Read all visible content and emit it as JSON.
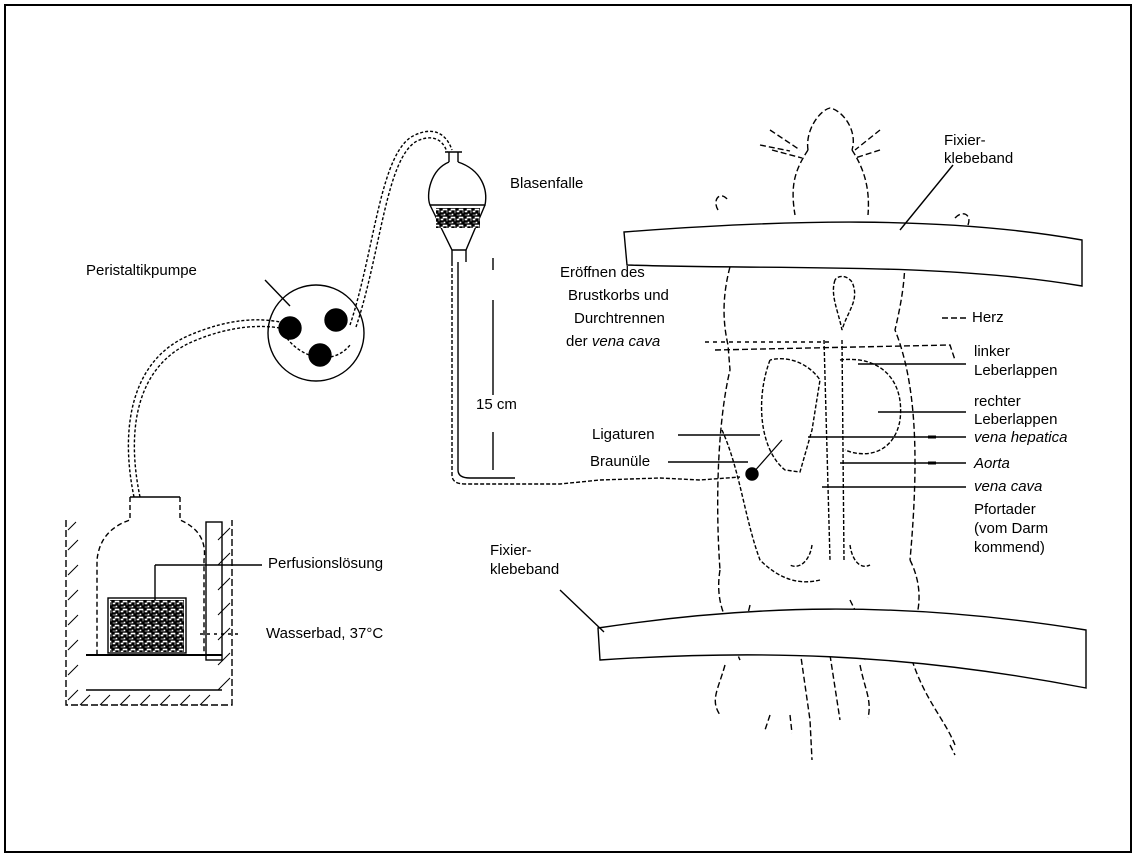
{
  "diagram": {
    "labels": {
      "blasenfalle": "Blasenfalle",
      "peristaltikpumpe": "Peristaltikpumpe",
      "fixier_top_1": "Fixier-",
      "fixier_top_2": "klebeband",
      "eroeffnen_1": "Eröffnen des",
      "eroeffnen_2": "Brustkorbs und",
      "eroeffnen_3": "Durchtrennen",
      "eroeffnen_4_prefix": "der ",
      "eroeffnen_4_italic": "vena cava",
      "herz": "Herz",
      "linker_1": "linker",
      "linker_2": "Leberlappen",
      "rechter_1": "rechter",
      "rechter_2": "Leberlappen",
      "vena_hepatica": "vena hepatica",
      "aorta": "Aorta",
      "vena_cava": "vena cava",
      "pfortader_1": "Pfortader",
      "pfortader_2": "(vom Darm",
      "pfortader_3": "kommend)",
      "distance": "15 cm",
      "ligaturen": "Ligaturen",
      "braunuele": "Braunüle",
      "fixier_bottom_1": "Fixier-",
      "fixier_bottom_2": "klebeband",
      "perfusionsloesung": "Perfusionslösung",
      "wasserbad": "Wasserbad, 37°C"
    },
    "colors": {
      "line": "#000000",
      "background": "#ffffff"
    }
  }
}
